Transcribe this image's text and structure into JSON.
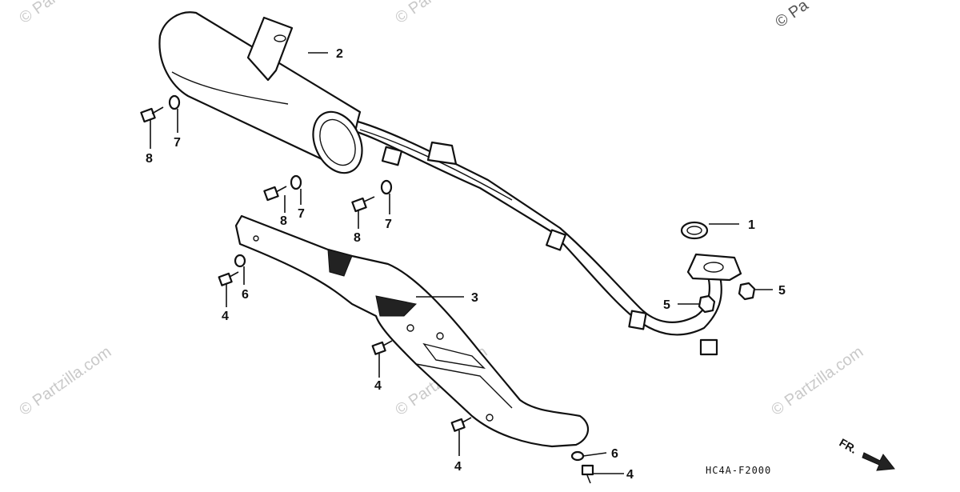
{
  "diagram": {
    "code": "HC4A-F2000",
    "front_marker": "FR.",
    "watermark": "© Partzilla.com",
    "watermark_corner": "© Pa",
    "callouts": {
      "c1": "1",
      "c2": "2",
      "c3": "3",
      "c4a": "4",
      "c4b": "4",
      "c4c": "4",
      "c4d": "4",
      "c5a": "5",
      "c5b": "5",
      "c6a": "6",
      "c6b": "6",
      "c7a": "7",
      "c7b": "7",
      "c7c": "7",
      "c8a": "8",
      "c8b": "8",
      "c8c": "8"
    }
  }
}
